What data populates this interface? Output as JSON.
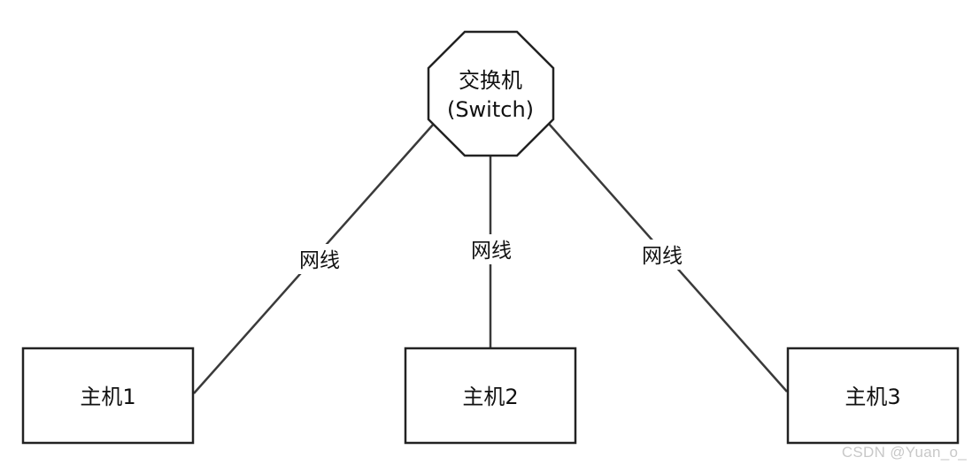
{
  "switch": {
    "line1": "交换机",
    "line2": "(Switch)"
  },
  "hosts": [
    {
      "label": "主机1"
    },
    {
      "label": "主机2"
    },
    {
      "label": "主机3"
    }
  ],
  "links": [
    {
      "label": "网线"
    },
    {
      "label": "网线"
    },
    {
      "label": "网线"
    }
  ],
  "watermark": "CSDN @Yuan_o_",
  "colors": {
    "stroke": "#222222",
    "line": "#3a3a3a",
    "text": "#111111",
    "watermark": "#c8c8c8"
  }
}
